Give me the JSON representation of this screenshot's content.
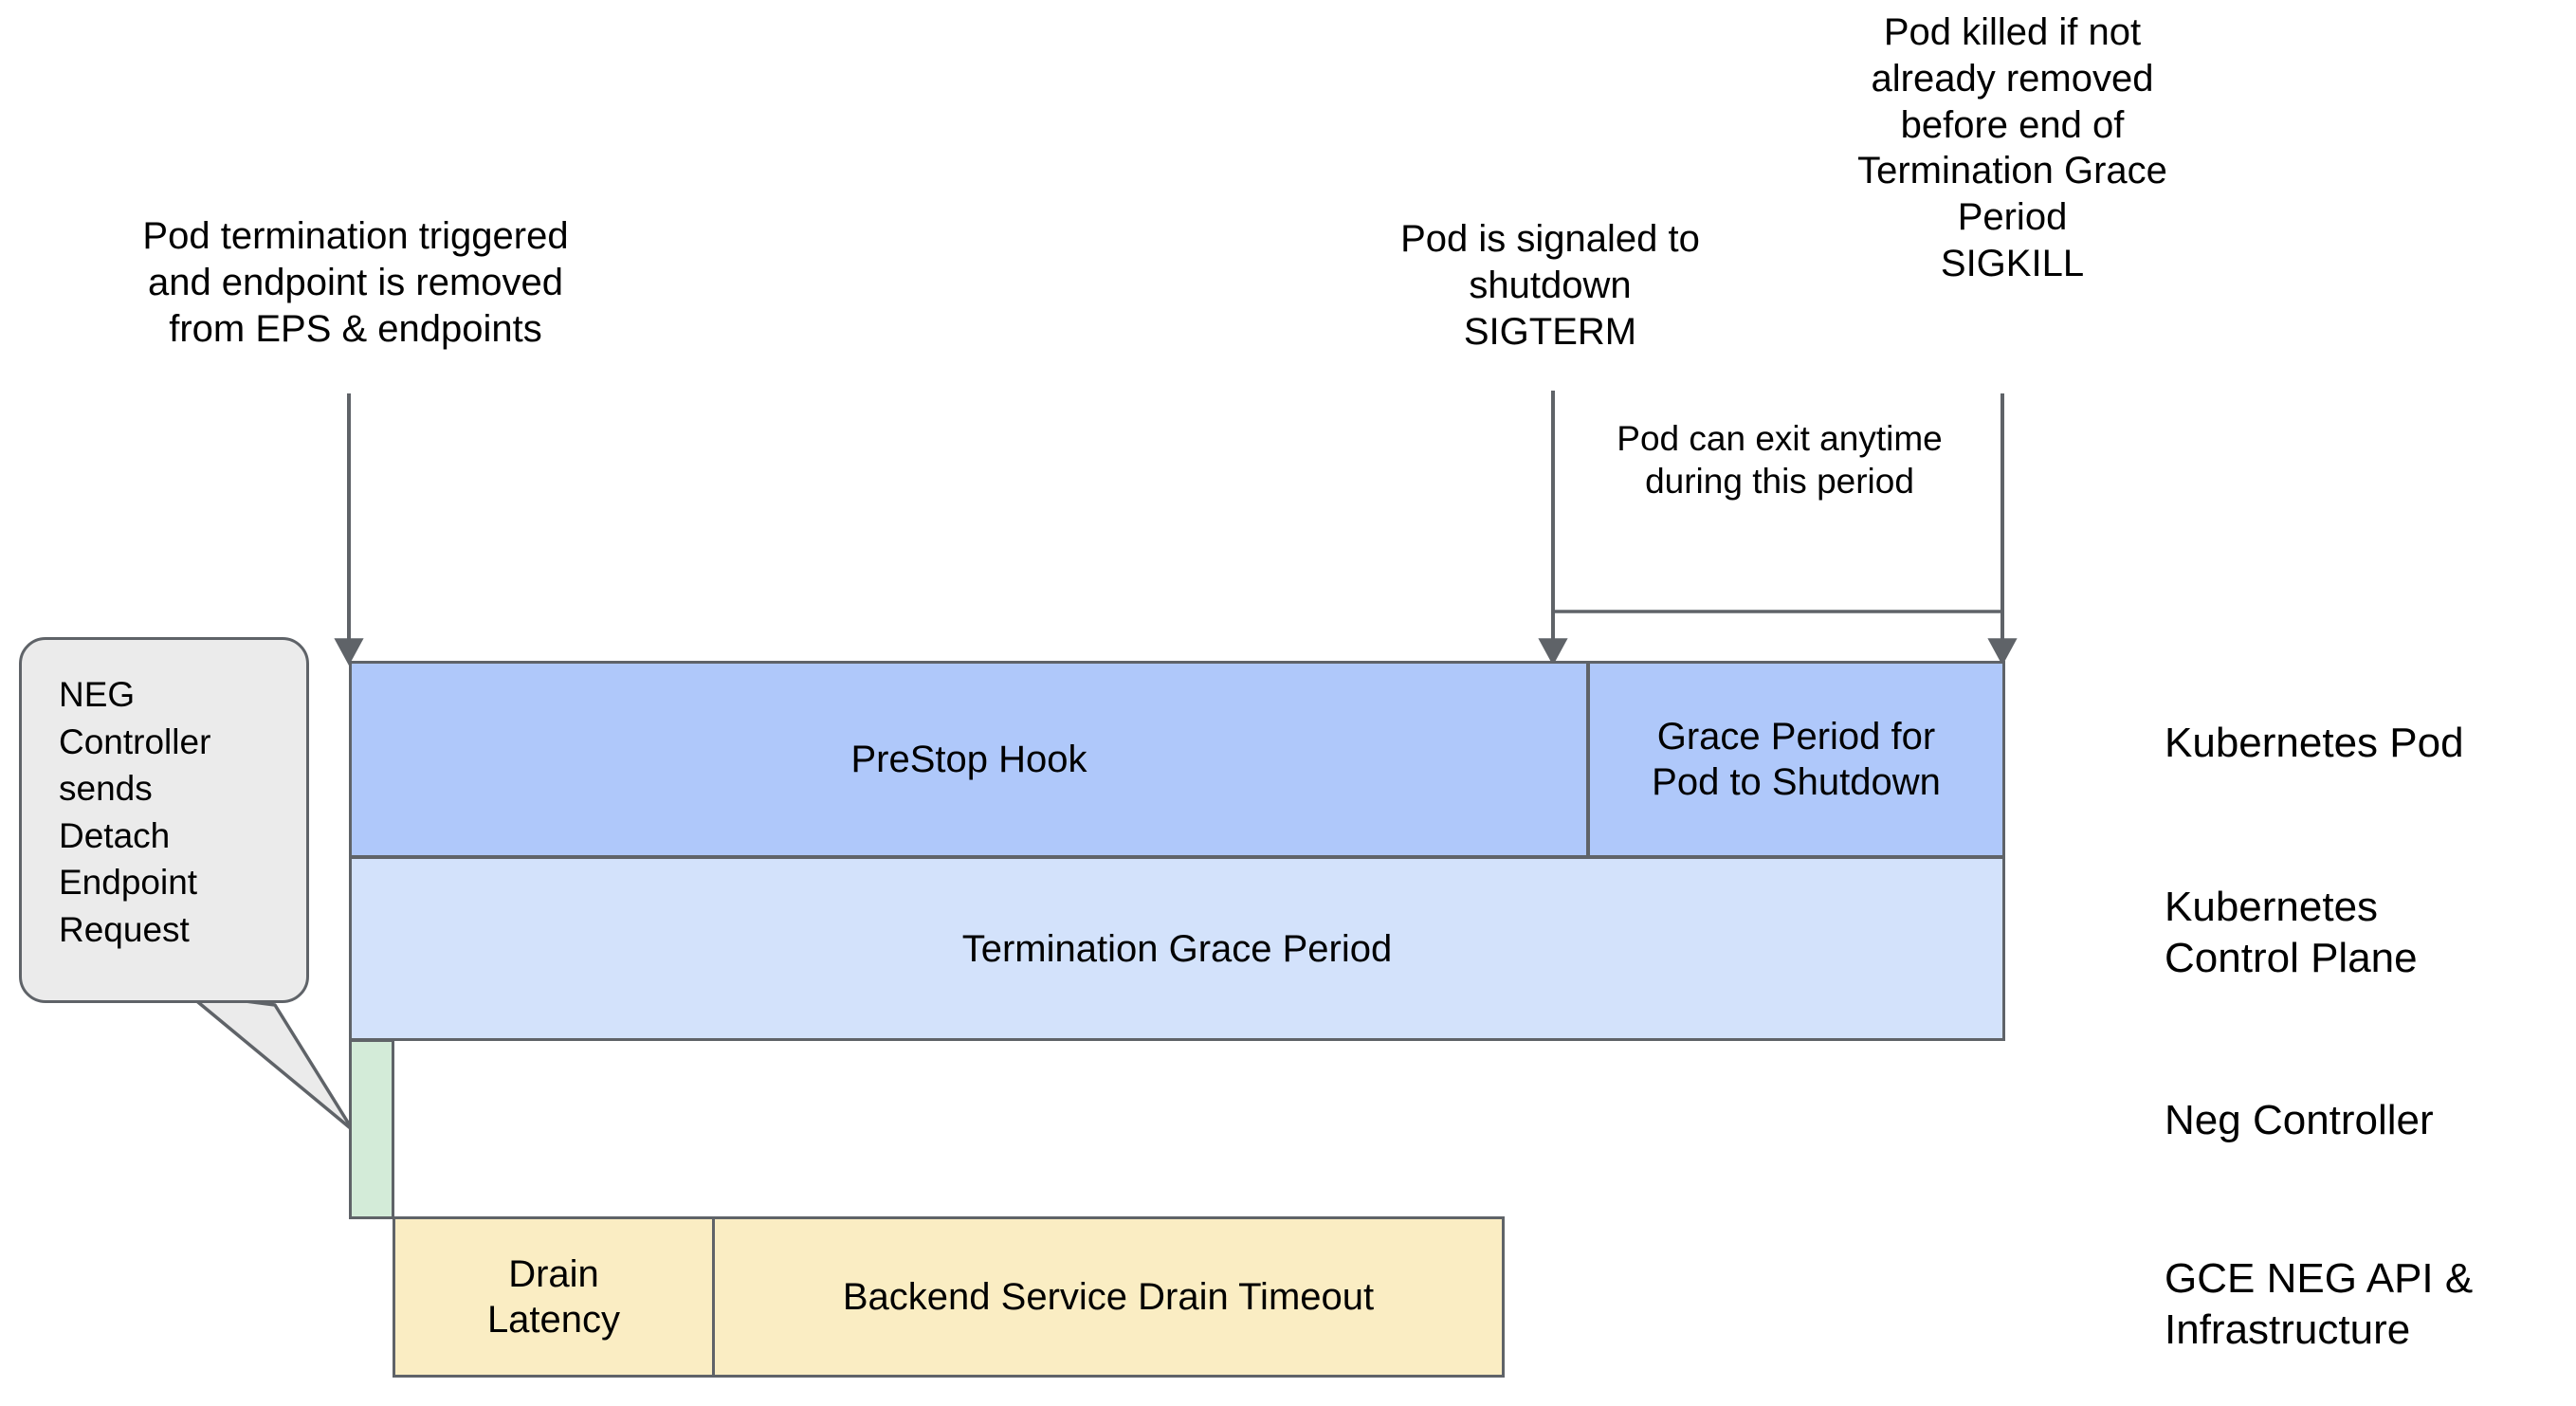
{
  "diagram": {
    "title_present": false,
    "colors": {
      "prestop_fill": "#afc8fa",
      "grace_shutdown_fill": "#afc8fa",
      "termination_grace_fill": "#d3e2fb",
      "neg_controller_fill": "#d3ebd8",
      "drain_fill": "#faedc3",
      "stroke": "#5f6368",
      "callout_fill": "#ebebeb",
      "text": "#000000"
    },
    "annotations": [
      {
        "id": "pod-termination-triggered",
        "text": "Pod termination triggered\nand endpoint is removed\nfrom EPS & endpoints"
      },
      {
        "id": "pod-signaled-shutdown",
        "text": "Pod is signaled to\nshutdown\nSIGTERM"
      },
      {
        "id": "pod-killed-sigkill",
        "text": "Pod killed if not\nalready removed\nbefore end of\nTermination Grace\nPeriod\nSIGKILL"
      },
      {
        "id": "pod-can-exit-anytime",
        "text": "Pod can exit anytime\nduring this period"
      }
    ],
    "callout": {
      "id": "neg-controller-callout",
      "text": "NEG\nController\nsends\nDetach\nEndpoint\nRequest"
    },
    "bars": [
      {
        "id": "prestop-hook",
        "label": "PreStop Hook"
      },
      {
        "id": "grace-period-shutdown",
        "label": "Grace Period for\nPod to Shutdown"
      },
      {
        "id": "termination-grace-period",
        "label": "Termination Grace Period"
      },
      {
        "id": "neg-controller-bar",
        "label": ""
      },
      {
        "id": "drain-latency",
        "label": "Drain\nLatency"
      },
      {
        "id": "backend-service-drain-timeout",
        "label": "Backend Service Drain Timeout"
      }
    ],
    "legend": [
      {
        "id": "legend-kubernetes-pod",
        "label": "Kubernetes Pod"
      },
      {
        "id": "legend-kubernetes-control-plane",
        "label": "Kubernetes\nControl Plane"
      },
      {
        "id": "legend-neg-controller",
        "label": "Neg Controller"
      },
      {
        "id": "legend-gce-neg-api",
        "label": "GCE NEG API &\nInfrastructure"
      }
    ]
  }
}
